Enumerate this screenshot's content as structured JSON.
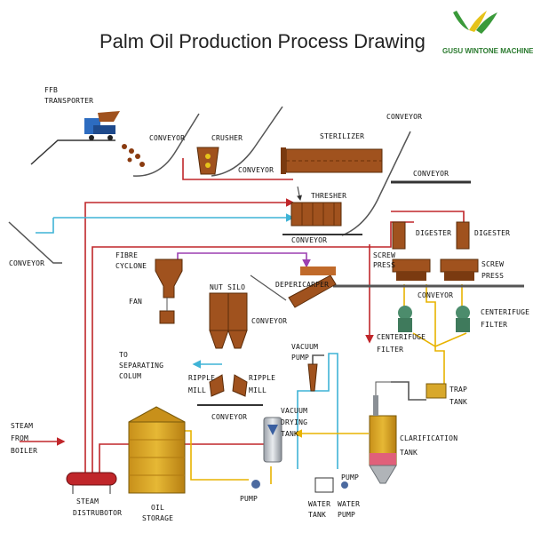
{
  "title": "Palm Oil Production Process Drawing",
  "logo": {
    "text": "GUSU WINTONE MACHINERY",
    "colors": {
      "green": "#3a9a3a",
      "yellow": "#e6c31a"
    }
  },
  "colors": {
    "steam_line": "#c0262a",
    "water_line": "#3fb3d6",
    "oil_line": "#e8b300",
    "fibre_line": "#9c3fb0",
    "equipment": "#a0521e",
    "tank_fill": "#d8a82b",
    "conveyor": "#555555"
  },
  "labels": {
    "ffb_transporter_1": "FFB",
    "ffb_transporter_2": "TRANSPORTER",
    "conveyor_1": "CONVEYOR",
    "crusher": "CRUSHER",
    "conveyor_2": "CONVEYOR",
    "sterilizer": "STERILIZER",
    "conveyor_3": "CONVEYOR",
    "conveyor_4": "CONVEYOR",
    "thresher": "THRESHER",
    "conveyor_5": "CONVEYOR",
    "conveyor_left": "CONVEYOR",
    "digester_1": "DIGESTER",
    "digester_2": "DIGESTER",
    "fibre_cyclone_1": "FIBRE",
    "fibre_cyclone_2": "CYCLONE",
    "screw_press_1a": "SCREW",
    "screw_press_1b": "PRESS",
    "screw_press_2a": "SCREW",
    "screw_press_2b": "PRESS",
    "fan": "FAN",
    "nut_silo": "NUT SILO",
    "depericarper": "DEPERICARPER",
    "conveyor_6": "CONVEYOR",
    "centerifuge_filter_1a": "CENTERIFUGE",
    "centerifuge_filter_1b": "FILTER",
    "centerifuge_filter_2a": "CENTERIFUGE",
    "centerifuge_filter_2b": "FILTER",
    "conveyor_7": "CONVEYOR",
    "vacuum_pump_1": "VACUUM",
    "vacuum_pump_2": "PUMP",
    "to_separating_1": "TO",
    "to_separating_2": "SEPARATING",
    "to_separating_3": "COLUM",
    "ripple_mill_1a": "RIPPLE",
    "ripple_mill_1b": "MILL",
    "ripple_mill_2a": "RIPPLE",
    "ripple_mill_2b": "MILL",
    "trap_tank_1": "TRAP",
    "trap_tank_2": "TANK",
    "conveyor_8": "CONVEYOR",
    "vacuum_drying_1": "VACUUM",
    "vacuum_drying_2": "DRYING",
    "vacuum_drying_3": "TANK",
    "clarification_1": "CLARIFICATION",
    "clarification_2": "TANK",
    "steam_boiler_1": "STEAM",
    "steam_boiler_2": "FROM",
    "steam_boiler_3": "BOILER",
    "pump_1": "PUMP",
    "pump_2": "PUMP",
    "water_tank_1": "WATER",
    "water_tank_2": "TANK",
    "water_pump_1": "WATER",
    "water_pump_2": "PUMP",
    "steam_distributor_1": "STEAM",
    "steam_distributor_2": "DISTRUBOTOR",
    "oil_storage_1": "OIL",
    "oil_storage_2": "STORAGE"
  }
}
